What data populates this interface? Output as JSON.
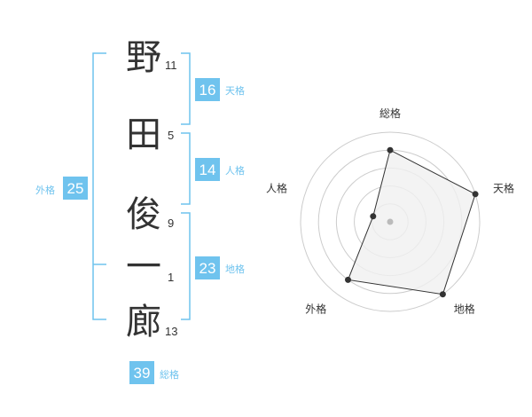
{
  "colors": {
    "accent": "#6fc3ee",
    "text": "#333333",
    "ring": "#cccccc",
    "radar_fill": "#f0f0f0",
    "radar_line": "#333333"
  },
  "name": {
    "chars": [
      {
        "char": "野",
        "strokes": "11"
      },
      {
        "char": "田",
        "strokes": "5"
      },
      {
        "char": "俊",
        "strokes": "9"
      },
      {
        "char": "一",
        "strokes": "1"
      },
      {
        "char": "廊",
        "strokes": "13"
      }
    ]
  },
  "kaku": {
    "tenkaku": {
      "value": "16",
      "label": "天格"
    },
    "jinkaku": {
      "value": "14",
      "label": "人格"
    },
    "chikaku": {
      "value": "23",
      "label": "地格"
    },
    "gaikaku": {
      "value": "25",
      "label": "外格"
    },
    "soukaku": {
      "value": "39",
      "label": "総格"
    }
  },
  "chart_data": {
    "type": "radar",
    "axes": [
      "総格",
      "天格",
      "地格",
      "外格",
      "人格"
    ],
    "values": [
      4,
      5,
      5,
      4,
      1
    ],
    "max": 5,
    "rings": 5
  }
}
